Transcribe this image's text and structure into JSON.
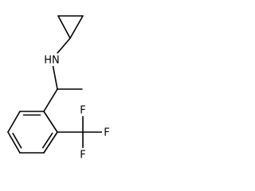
{
  "molecule": {
    "atoms": [
      {
        "id": "c1",
        "element": "C",
        "label": ""
      },
      {
        "id": "c2",
        "element": "C",
        "label": ""
      },
      {
        "id": "c3",
        "element": "C",
        "label": ""
      },
      {
        "id": "n1",
        "element": "N",
        "label": "HN"
      },
      {
        "id": "c4",
        "element": "C",
        "label": ""
      },
      {
        "id": "c5",
        "element": "C",
        "label": ""
      },
      {
        "id": "c6",
        "element": "C",
        "label": ""
      },
      {
        "id": "c7",
        "element": "C",
        "label": ""
      },
      {
        "id": "c8",
        "element": "C",
        "label": ""
      },
      {
        "id": "c9",
        "element": "C",
        "label": ""
      },
      {
        "id": "c10",
        "element": "C",
        "label": ""
      },
      {
        "id": "c11",
        "element": "C",
        "label": ""
      },
      {
        "id": "c12",
        "element": "C",
        "label": ""
      },
      {
        "id": "f1",
        "element": "F",
        "label": "F"
      },
      {
        "id": "f2",
        "element": "F",
        "label": "F"
      },
      {
        "id": "f3",
        "element": "F",
        "label": "F"
      }
    ],
    "bonds": [
      {
        "a": "c1",
        "b": "c2",
        "order": 1
      },
      {
        "a": "c2",
        "b": "c3",
        "order": 1
      },
      {
        "a": "c3",
        "b": "c1",
        "order": 1
      },
      {
        "a": "c1",
        "b": "n1",
        "order": 1
      },
      {
        "a": "n1",
        "b": "c4",
        "order": 1
      },
      {
        "a": "c4",
        "b": "c5",
        "order": 1
      },
      {
        "a": "c4",
        "b": "c6",
        "order": 1
      },
      {
        "a": "c6",
        "b": "c7",
        "order": 2
      },
      {
        "a": "c7",
        "b": "c8",
        "order": 1
      },
      {
        "a": "c8",
        "b": "c9",
        "order": 2
      },
      {
        "a": "c9",
        "b": "c10",
        "order": 1
      },
      {
        "a": "c10",
        "b": "c11",
        "order": 2
      },
      {
        "a": "c11",
        "b": "c6",
        "order": 1
      },
      {
        "a": "c11",
        "b": "c12",
        "order": 1
      },
      {
        "a": "c12",
        "b": "f1",
        "order": 1
      },
      {
        "a": "c12",
        "b": "f2",
        "order": 1
      },
      {
        "a": "c12",
        "b": "f3",
        "order": 1
      }
    ]
  }
}
